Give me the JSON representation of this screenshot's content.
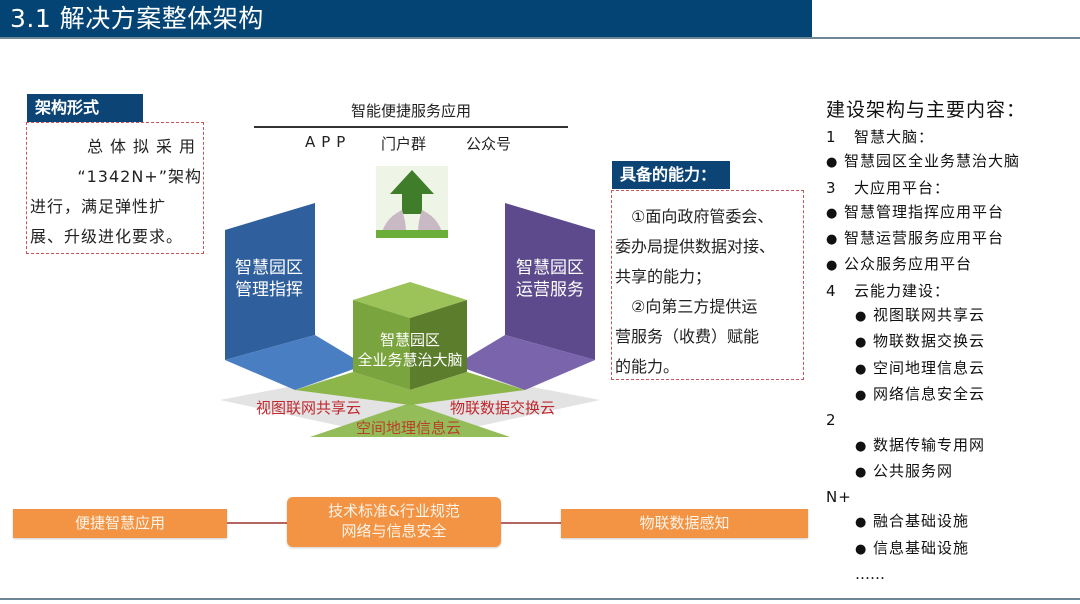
{
  "header": {
    "title": "3.1 解决方案整体架构"
  },
  "architecture_form": {
    "tag": "架构形式",
    "lines": [
      "总体拟采用",
      "“1342N+”架构",
      "进行，满足弹性扩",
      "展、升级进化要求。"
    ]
  },
  "capabilities": {
    "tag": "具备的能力：",
    "lines": [
      "　①面向政府管委会、",
      "委办局提供数据对接、",
      "共享的能力；",
      "　②向第三方提供运",
      "营服务（收费）赋能",
      "的能力。"
    ]
  },
  "apps": {
    "title": "智能便捷服务应用",
    "items": [
      "APP",
      "门户群",
      "公众号"
    ]
  },
  "diagram": {
    "left_block": [
      "智慧园区",
      "管理指挥"
    ],
    "right_block": [
      "智慧园区",
      "运营服务"
    ],
    "center_cube": [
      "智慧园区",
      "全业务慧治大脑"
    ],
    "clouds": {
      "left": "视图联网共享云",
      "right": "物联数据交换云",
      "bottom": "空间地理信息云"
    },
    "colors": {
      "blue": "#2f5f9c",
      "blue_floor": "#4a7ec2",
      "purple": "#5c4a8c",
      "purple_floor": "#7a64ac",
      "green_top": "#8cb54a",
      "green_front": "#7aa43e",
      "green_side": "#5b7d2c",
      "cloud_gray": "#e3e3e3",
      "cloud_green": "#94bd5a",
      "cloud_text": "#c0282e"
    }
  },
  "bottom_bar": {
    "left": "便捷智慧应用",
    "center": [
      "技术标准&行业规范",
      "网络与信息安全"
    ],
    "right": "物联数据感知",
    "color": "#f29443"
  },
  "content_list": {
    "heading": "建设架构与主要内容：",
    "rows": [
      {
        "type": "num",
        "n": "1",
        "text": "智慧大脑："
      },
      {
        "type": "bullet",
        "text": "智慧园区全业务慧治大脑"
      },
      {
        "type": "num",
        "n": "3",
        "text": "大应用平台："
      },
      {
        "type": "bullet",
        "text": "智慧管理指挥应用平台"
      },
      {
        "type": "bullet",
        "text": "智慧运营服务应用平台"
      },
      {
        "type": "bullet",
        "text": "公众服务应用平台"
      },
      {
        "type": "num",
        "n": "4",
        "text": "云能力建设："
      },
      {
        "type": "bullet-indent",
        "text": "视图联网共享云"
      },
      {
        "type": "bullet-indent",
        "text": "物联数据交换云"
      },
      {
        "type": "bullet-indent",
        "text": "空间地理信息云"
      },
      {
        "type": "bullet-indent",
        "text": "网络信息安全云"
      },
      {
        "type": "num",
        "n": "2",
        "text": ""
      },
      {
        "type": "bullet-indent",
        "text": "数据传输专用网"
      },
      {
        "type": "bullet-indent",
        "text": "公共服务网"
      },
      {
        "type": "num",
        "n": "N+",
        "text": ""
      },
      {
        "type": "bullet-indent",
        "text": "融合基础设施"
      },
      {
        "type": "bullet-indent",
        "text": "信息基础设施"
      },
      {
        "type": "dots",
        "text": "……"
      }
    ]
  }
}
